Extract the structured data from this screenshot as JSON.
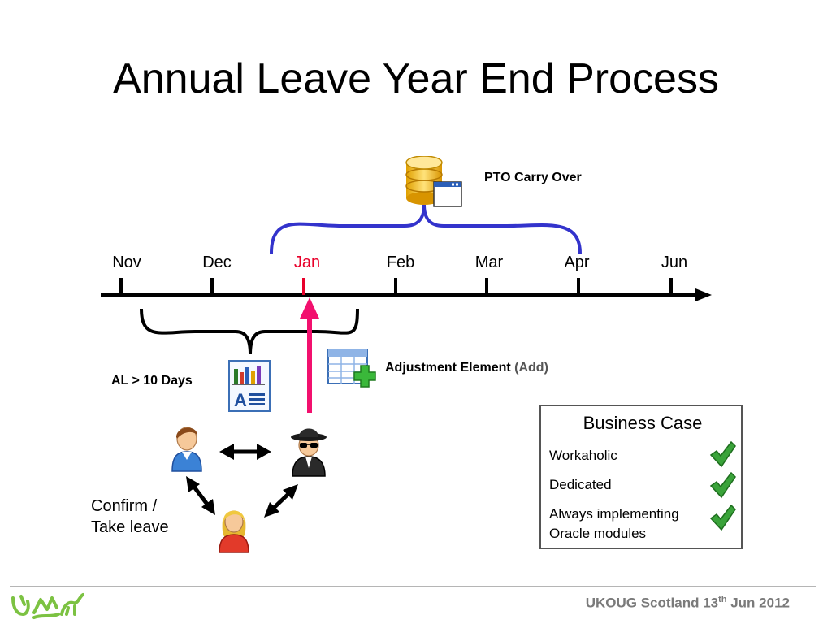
{
  "title": "Annual Leave Year End Process",
  "timeline": {
    "months": [
      "Nov",
      "Dec",
      "Jan",
      "Feb",
      "Mar",
      "Apr",
      "Jun"
    ],
    "highlight_month": "Jan",
    "highlight_color": "#e8002a"
  },
  "labels": {
    "pto_carry_over": "PTO Carry Over",
    "al_days": "AL > 10 Days",
    "adjustment_element": "Adjustment Element",
    "adjustment_add": "(Add)",
    "confirm_line1": "Confirm /",
    "confirm_line2": "Take leave"
  },
  "business_case": {
    "title": "Business Case",
    "items": [
      "Workaholic",
      "Dedicated",
      "Always implementing",
      "Oracle modules"
    ]
  },
  "footer": {
    "text_prefix": "UKOUG Scotland 13",
    "text_sup": "th",
    "text_suffix": " Jun 2012"
  },
  "colors": {
    "brace_blue": "#3333cc",
    "arrow_pink": "#f2106e",
    "check_green": "#3aa33a"
  },
  "icons": [
    "database-window-icon",
    "report-chart-icon",
    "table-add-icon",
    "person-male-icon",
    "spy-icon",
    "person-female-icon",
    "checkmark-icon",
    "ukoug-logo"
  ]
}
